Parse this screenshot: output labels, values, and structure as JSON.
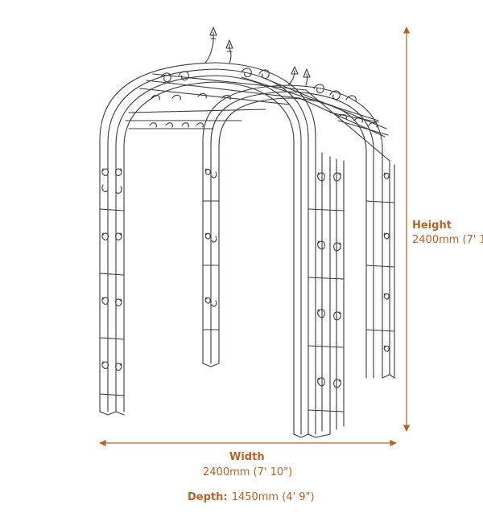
{
  "dimensions": {
    "height": {
      "title": "Height",
      "value": "2400mm (7' 1"
    },
    "width": {
      "title": "Width",
      "value": "2400mm (7' 10\")"
    },
    "depth": {
      "title": "Depth:",
      "value": "1450mm (4' 9\")"
    }
  },
  "colors": {
    "accent": "#b4632a",
    "line": "#3a3a3a"
  }
}
